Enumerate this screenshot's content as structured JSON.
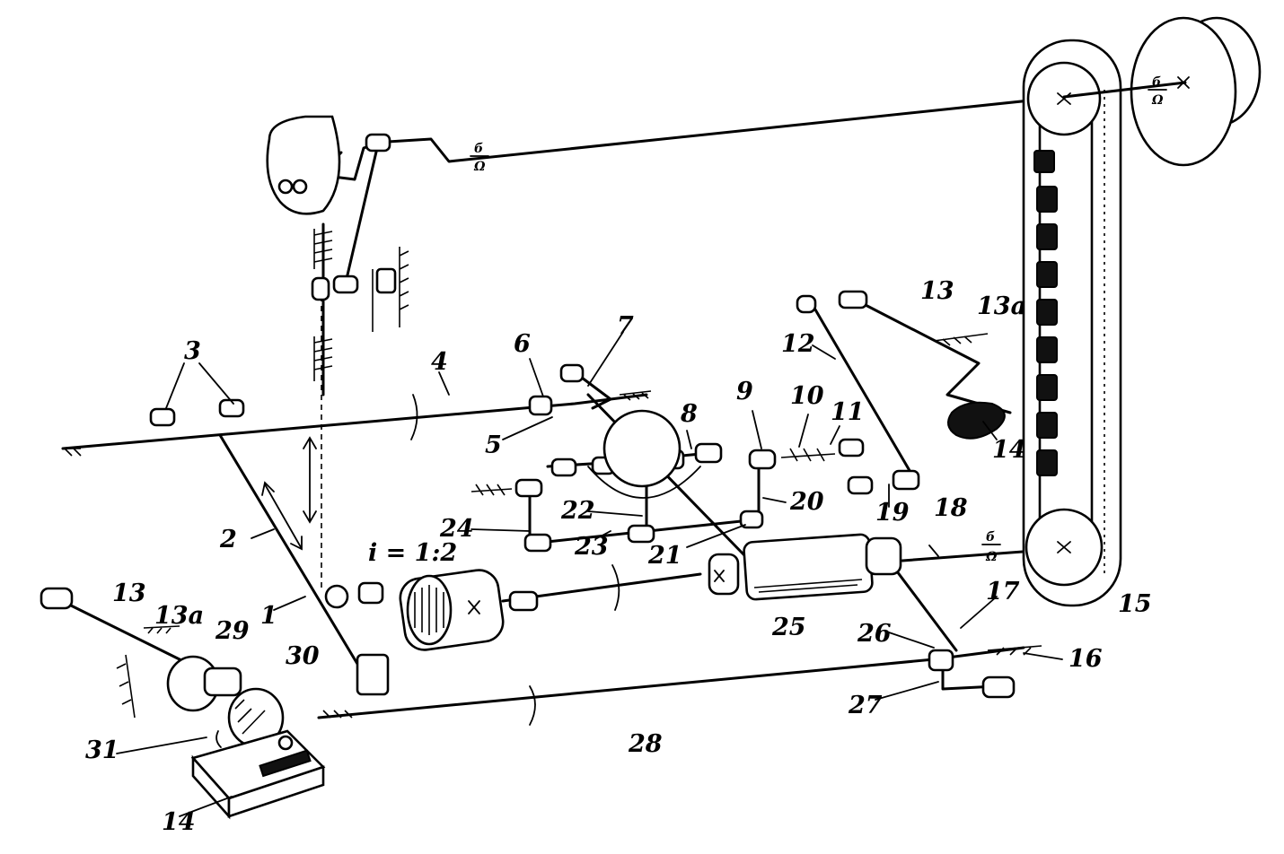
{
  "diagram": {
    "labels": {
      "l1": "1",
      "l2": "2",
      "l3": "3",
      "l4": "4",
      "l5": "5",
      "l6": "6",
      "l7": "7",
      "l8": "8",
      "l9": "9",
      "l10": "10",
      "l11": "11",
      "l12": "12",
      "l13_top": "13",
      "l13a_top": "13a",
      "l14_right": "14",
      "l15": "15",
      "l16": "16",
      "l17": "17",
      "l18": "18",
      "l19": "19",
      "l20": "20",
      "l21": "21",
      "l22": "22",
      "l23": "23",
      "l24": "24",
      "l25": "25",
      "l26": "26",
      "l27": "27",
      "l28": "28",
      "l29": "29",
      "l30": "30",
      "l31": "31",
      "l13_left": "13",
      "l13a_left": "13a",
      "l14_motor": "14",
      "gear_ratio": "i = 1:2"
    },
    "section_marks": {
      "top_num": "б",
      "top_den": "Ω",
      "right_num": "б",
      "right_den": "Ω",
      "low_num": "б",
      "low_den": "Ω"
    }
  }
}
